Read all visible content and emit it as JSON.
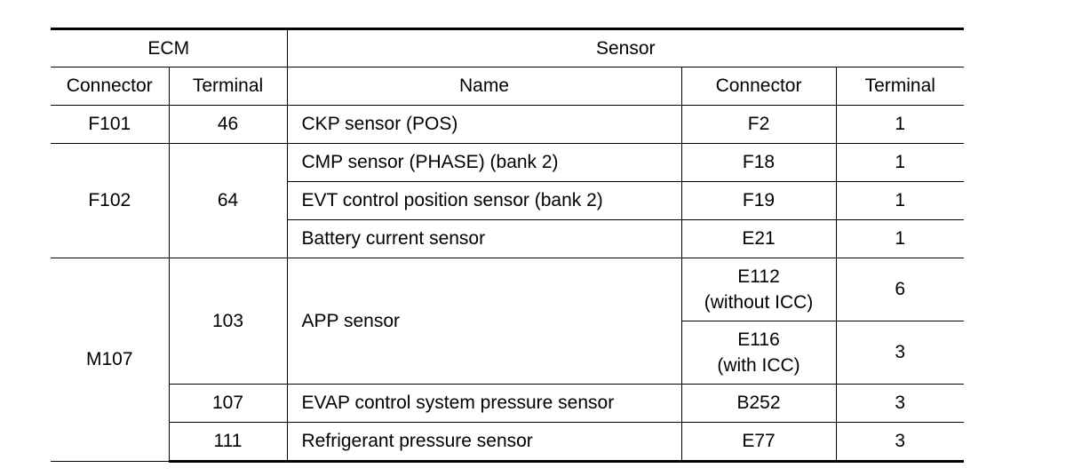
{
  "table": {
    "group_headers": {
      "ecm": "ECM",
      "sensor": "Sensor"
    },
    "column_headers": {
      "ecm_connector": "Connector",
      "ecm_terminal": "Terminal",
      "sensor_name": "Name",
      "sensor_connector": "Connector",
      "sensor_terminal": "Terminal"
    },
    "rows": [
      {
        "ecm_connector": "F101",
        "ecm_terminal": "46",
        "name": "CKP sensor (POS)",
        "sensor_connector": "F2",
        "sensor_terminal": "1"
      },
      {
        "ecm_connector": "F102",
        "ecm_terminal": "64",
        "name": "CMP sensor (PHASE) (bank 2)",
        "sensor_connector": "F18",
        "sensor_terminal": "1"
      },
      {
        "name": "EVT control position sensor (bank 2)",
        "sensor_connector": "F19",
        "sensor_terminal": "1"
      },
      {
        "name": "Battery current sensor",
        "sensor_connector": "E21",
        "sensor_terminal": "1"
      },
      {
        "ecm_connector": "M107",
        "ecm_terminal": "103",
        "name": "APP sensor",
        "sensor_connector_line1": "E112",
        "sensor_connector_line2": "(without ICC)",
        "sensor_terminal": "6"
      },
      {
        "sensor_connector_line1": "E116",
        "sensor_connector_line2": "(with ICC)",
        "sensor_terminal": "3"
      },
      {
        "ecm_terminal": "107",
        "name": "EVAP control system pressure sensor",
        "sensor_connector": "B252",
        "sensor_terminal": "3"
      },
      {
        "ecm_terminal": "111",
        "name": "Refrigerant pressure sensor",
        "sensor_connector": "E77",
        "sensor_terminal": "3"
      }
    ]
  }
}
